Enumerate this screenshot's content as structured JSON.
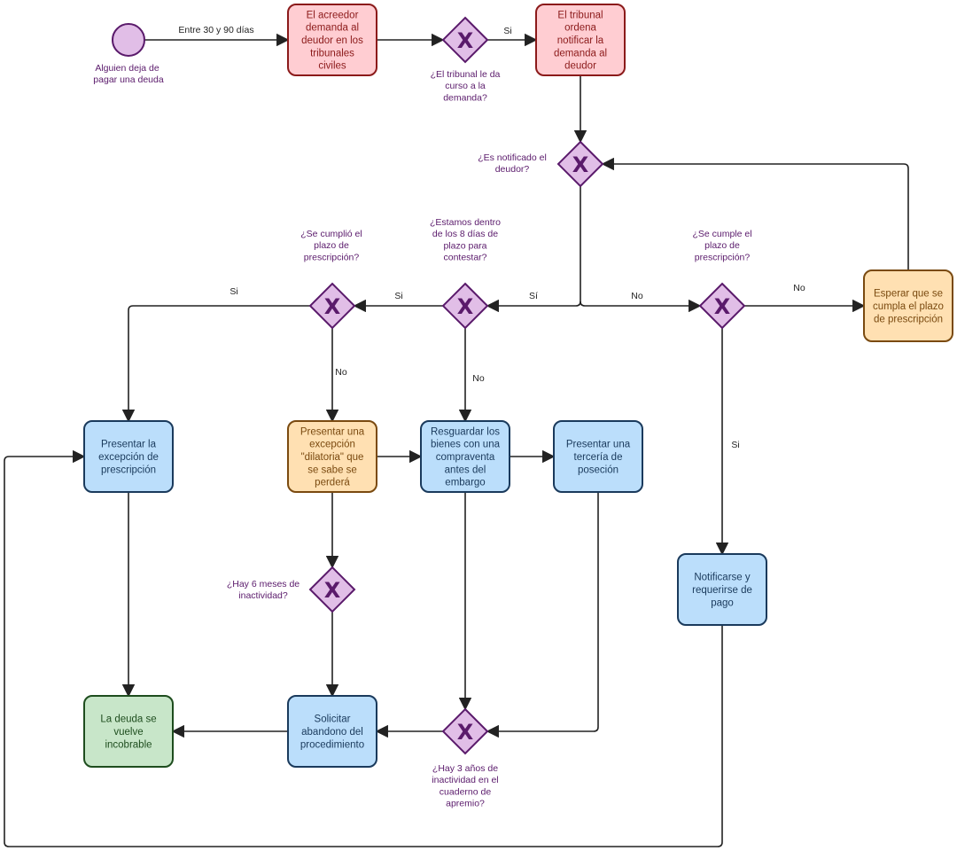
{
  "start_event": {
    "label_lines": [
      "Alguien deja de",
      "pagar una deuda"
    ]
  },
  "tasks": {
    "acreedor": [
      "El acreedor",
      "demanda al",
      "deudor en los",
      "tribunales",
      "civiles"
    ],
    "tribunal_notificar": [
      "El tribunal",
      "ordena",
      "notificar la",
      "demanda al",
      "deudor"
    ],
    "esperar": [
      "Esperar que se",
      "cumpla el plazo",
      "de prescripción"
    ],
    "presentar_excepcion_prescripcion": [
      "Presentar la",
      "excepción de",
      "prescripción"
    ],
    "presentar_dilatoria": [
      "Presentar una",
      "excepción",
      "\"dilatoria\" que",
      "se sabe se",
      "perderá"
    ],
    "resguardar": [
      "Resguardar los",
      "bienes con una",
      "compraventa",
      "antes del",
      "embargo"
    ],
    "terceria": [
      "Presentar una",
      "tercería de",
      "poseción"
    ],
    "notificarse": [
      "Notificarse y",
      "requerirse de",
      "pago"
    ],
    "incobrable": [
      "La deuda se",
      "vuelve",
      "incobrable"
    ],
    "abandono": [
      "Solicitar",
      "abandono del",
      "procedimiento"
    ]
  },
  "gateways": {
    "tribunal_curso": [
      "¿El tribunal le da",
      "curso a la",
      "demanda?"
    ],
    "notificado": [
      "¿Es notificado el",
      "deudor?"
    ],
    "cumplio_plazo": [
      "¿Se cumplió el",
      "plazo de",
      "prescripción?"
    ],
    "ocho_dias": [
      "¿Estamos dentro",
      "de los 8 días de",
      "plazo para",
      "contestar?"
    ],
    "cumple_plazo": [
      "¿Se cumple el",
      "plazo de",
      "prescripción?"
    ],
    "seis_meses": [
      "¿Hay 6 meses de",
      "inactividad?"
    ],
    "tres_anos": [
      "¿Hay 3 años de",
      "inactividad en el",
      "cuaderno de",
      "apremio?"
    ]
  },
  "gateway_symbol": "X",
  "edge_labels": {
    "entre_30_90": "Entre 30 y 90 días",
    "si_curso": "Si",
    "si_prescripcion": "Si",
    "si_ocho": "Si",
    "si_notificado": "Sí",
    "no_notificado": "No",
    "no_plazo_cumple": "No",
    "si_plazo_cumple": "Si",
    "no_prescripcion": "No",
    "no_ocho": "No"
  },
  "colors": {
    "red_fill": "#ffcdd2",
    "red_stroke": "#8b1a1a",
    "orange_fill": "#ffe0b2",
    "orange_stroke": "#7a4a10",
    "blue_fill": "#bbdefb",
    "blue_stroke": "#1a3a5c",
    "green_fill": "#c8e6c9",
    "green_stroke": "#1e4d1e",
    "purple_fill": "#e1bee7",
    "purple_stroke": "#5a1a6b",
    "edge": "#222222"
  }
}
